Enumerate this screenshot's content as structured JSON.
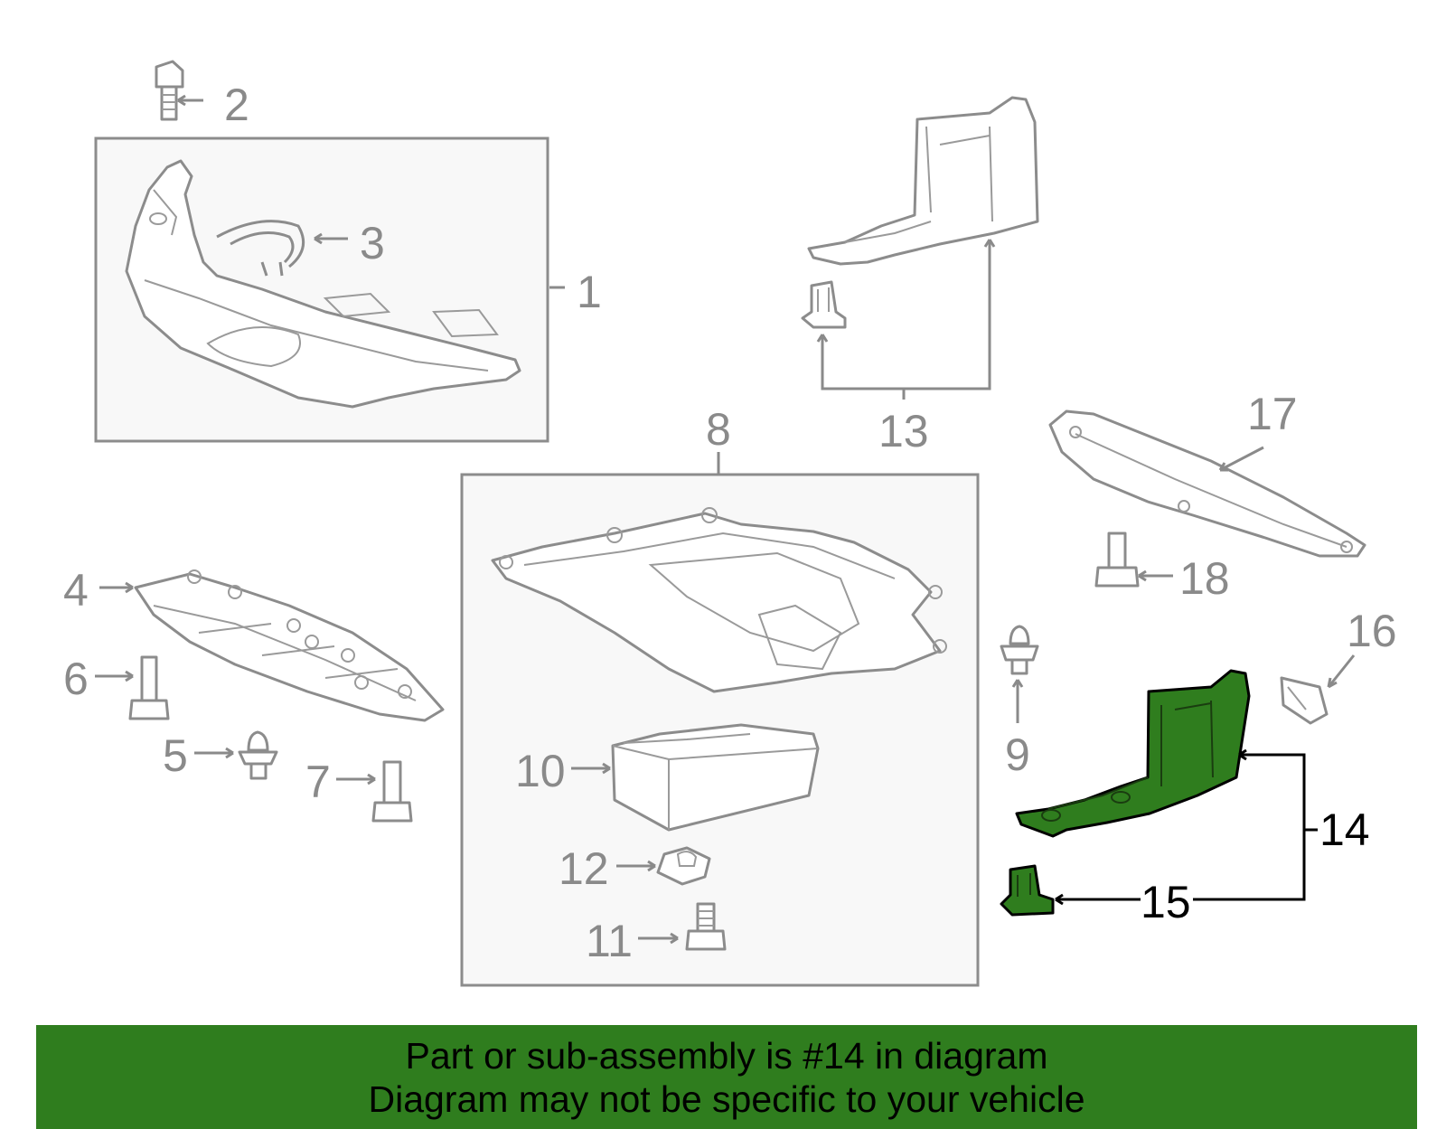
{
  "diagram": {
    "callouts": [
      "1",
      "2",
      "3",
      "4",
      "5",
      "6",
      "7",
      "8",
      "9",
      "10",
      "11",
      "12",
      "13",
      "14",
      "15",
      "16",
      "17",
      "18"
    ],
    "highlight": "#2f7d1e"
  },
  "banner": {
    "line1": "Part or sub-assembly is #14 in diagram",
    "line2": "Diagram may not be specific to your vehicle",
    "color": "#2f7d1e"
  }
}
